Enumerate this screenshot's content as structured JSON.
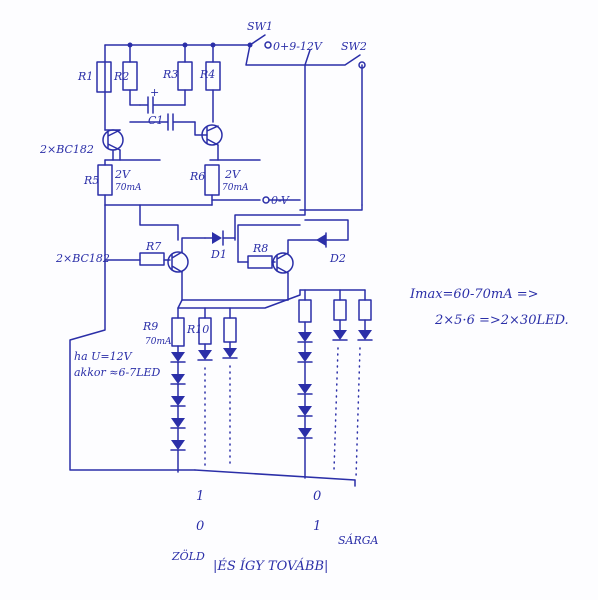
{
  "labels": {
    "sw1": "SW1",
    "supply": "0+9-12V",
    "sw2": "SW2",
    "r1": "R1",
    "r2": "R2",
    "r3": "R3",
    "r4": "R4",
    "c_plus": "+",
    "c1": "C1",
    "transistor_pair_1": "2×BC182",
    "r5": "R5",
    "r5_spec": "2V",
    "r5_spec2": "70mA",
    "r6": "R6",
    "r6_spec": "2V",
    "r6_spec2": "70mA",
    "minus_v": "0-V",
    "transistor_pair_2": "2×BC182",
    "r7": "R7",
    "r8": "R8",
    "d1": "D1",
    "d2": "D2",
    "r9": "R9",
    "r9_spec": "70mA",
    "r10": "R10",
    "note_line1": "ha U=12V",
    "note_line2": "akkor ≈6-7LED",
    "imax_line1": "Imax=60-70mA =>",
    "imax_line2": "2×5·6 =>2×30LED.",
    "state_left_top": "1",
    "state_left_bottom": "0",
    "state_right_top": "0",
    "state_right_bottom": "1",
    "zold": "ZÖLD",
    "sarga": "SÁRGA",
    "es_igy_tovabb": "|ÉS ÍGY TOVÁBB|"
  }
}
